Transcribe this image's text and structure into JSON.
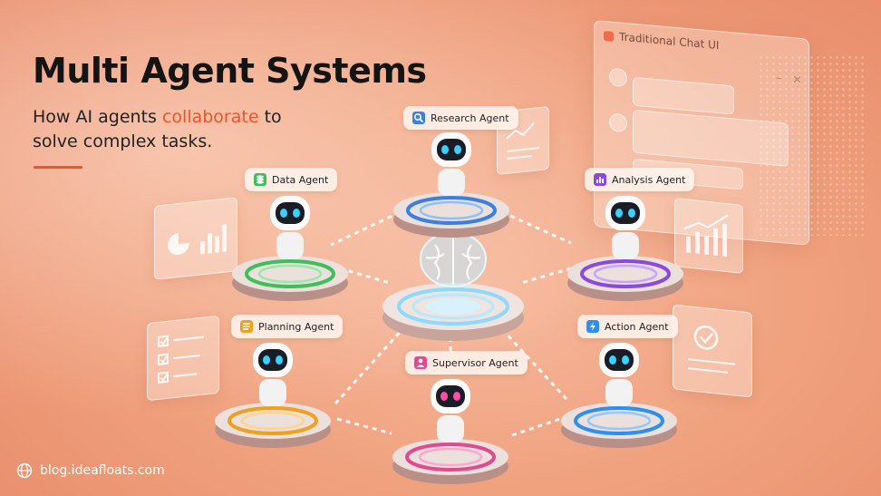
{
  "title": "Multi Agent Systems",
  "subtitle": {
    "before": "How AI agents ",
    "highlight": "collaborate",
    "after": " to solve complex tasks."
  },
  "footer": {
    "text": "blog.ideafloats.com",
    "icon": "globe-icon"
  },
  "chat_window": {
    "title": "Traditional Chat UI",
    "controls": [
      "–",
      "×"
    ]
  },
  "hub": {
    "icon": "brain-icon"
  },
  "agents": [
    {
      "id": "research",
      "label": "Research Agent",
      "icon": "search-icon",
      "color": "#3b7fe0"
    },
    {
      "id": "data",
      "label": "Data Agent",
      "icon": "database-icon",
      "color": "#3fbf5a"
    },
    {
      "id": "analysis",
      "label": "Analysis Agent",
      "icon": "bar-chart-icon",
      "color": "#8a4ae0"
    },
    {
      "id": "planning",
      "label": "Planning Agent",
      "icon": "checklist-icon",
      "color": "#f0a020"
    },
    {
      "id": "supervisor",
      "label": "Supervisor Agent",
      "icon": "person-icon",
      "color": "#e04a90"
    },
    {
      "id": "action",
      "label": "Action Agent",
      "icon": "lightning-icon",
      "color": "#2f8ff0"
    }
  ],
  "colors": {
    "accent": "#f0532a",
    "robot_eye": "#3ad0ff"
  }
}
